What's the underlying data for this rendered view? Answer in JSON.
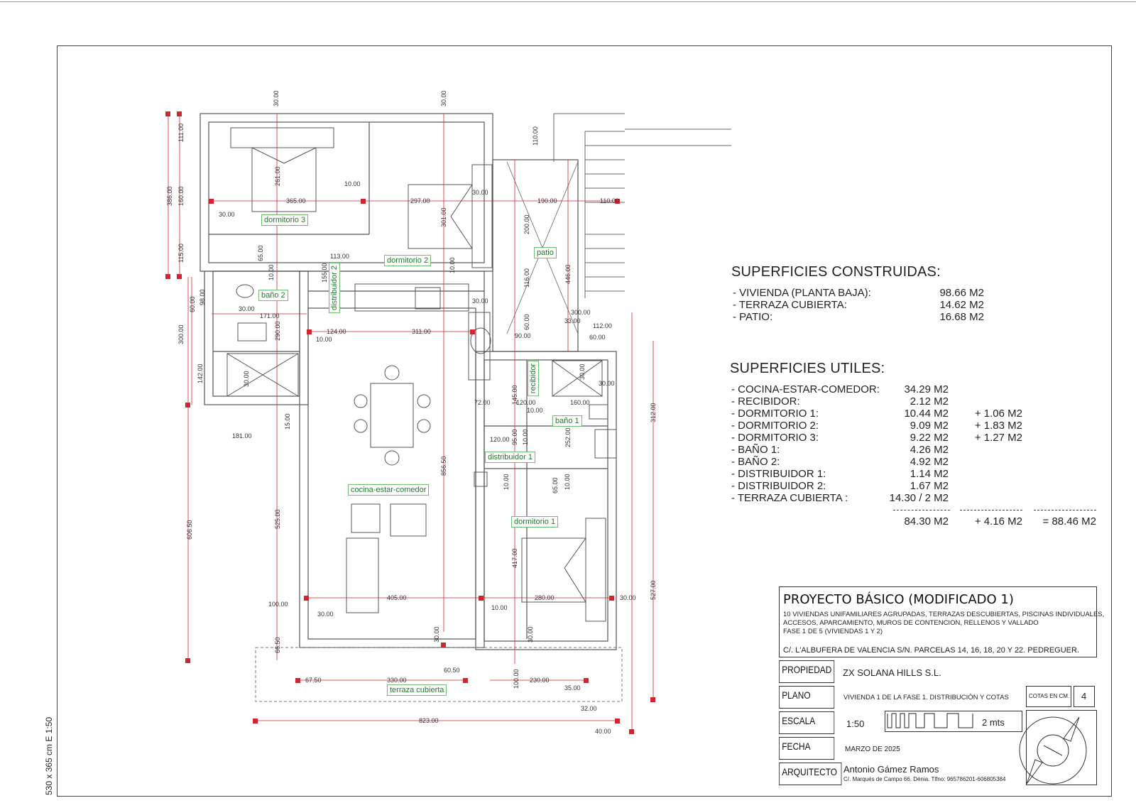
{
  "rooms": {
    "dormitorio3": "dormitorio 3",
    "dormitorio2": "dormitorio 2",
    "patio": "patio",
    "bano2": "baño 2",
    "distribuidor2": "distribuidor 2",
    "recibidor": "recibidor",
    "bano1": "baño 1",
    "distribuidor1": "distribuidor 1",
    "cocina": "cocina-estar-comedor",
    "dormitorio1": "dormitorio 1",
    "terraza": "terraza cubierta"
  },
  "dims": {
    "d30a": "30.00",
    "d30b": "30.00",
    "d111": "111.00",
    "d386": "386.00",
    "d160": "160.00",
    "d115": "115.00",
    "d261": "261.00",
    "d365": "365.00",
    "d30c": "30.00",
    "d65a": "65.00",
    "d1000a": "10.00",
    "d297": "297.00",
    "d301": "301.00",
    "d30d": "30.00",
    "d110a": "110.00",
    "d190": "190.00",
    "d110b": "110.00",
    "d200": "200.00",
    "d446": "446.00",
    "d113": "113.00",
    "d65b": "65.00",
    "d10b": "10.00",
    "d155": "155.00",
    "d10c": "10.00",
    "d116": "116.00",
    "d30e": "30.00",
    "d60a": "60.00",
    "d98": "98.00",
    "d30f": "30.00",
    "d171": "171.00",
    "d124": "124.00",
    "d311": "311.00",
    "d10d": "10.00",
    "d300a": "300.00",
    "d290": "290.00",
    "d30g": "30.00",
    "d60b": "60.00",
    "d33": "33.00",
    "d112": "112.00",
    "d90": "90.00",
    "d60c": "60.00",
    "d300b": "300.00",
    "d142": "142.00",
    "d30h": "30.00",
    "d30i": "30.00",
    "d30j": "30.00",
    "d145": "145.00",
    "d72": "72.00",
    "d120a": "120.00",
    "d160b": "160.00",
    "d10e": "10.00",
    "d312": "312.00",
    "d15": "15.00",
    "d181": "181.00",
    "d120b": "120.00",
    "d95": "95.00",
    "d10f": "10.00",
    "d252": "252.00",
    "d856": "856.50",
    "d606": "606.50",
    "d525": "525.00",
    "d10g": "10.00",
    "d65c": "65.00",
    "d10h": "10.00",
    "d417": "417.00",
    "d527": "527.00",
    "d405": "405.00",
    "d280": "280.00",
    "d30k": "30.00",
    "d100a": "100.00",
    "d30l": "30.00",
    "d10i": "10.00",
    "d30m": "30.00",
    "d30n": "30.00",
    "d66": "66.50",
    "d60c2": "60.50",
    "d67": "67.50",
    "d330": "330.00",
    "d100b": "100.00",
    "d230": "230.00",
    "d35": "35.00",
    "d32": "32.00",
    "d823": "823.00",
    "d40": "40.00"
  },
  "construidas": {
    "heading": "SUPERFICIES CONSTRUIDAS:",
    "rows": [
      {
        "label": "- VIVIENDA (PLANTA BAJA):",
        "value": "98.66 M2"
      },
      {
        "label": "- TERRAZA CUBIERTA:",
        "value": "14.62 M2"
      },
      {
        "label": "- PATIO:",
        "value": "16.68 M2"
      }
    ]
  },
  "utiles": {
    "heading": "SUPERFICIES UTILES:",
    "rows": [
      {
        "label": "- COCINA-ESTAR-COMEDOR:",
        "value": "34.29 M2",
        "extra": ""
      },
      {
        "label": "- RECIBIDOR:",
        "value": "2.12 M2",
        "extra": ""
      },
      {
        "label": "- DORMITORIO 1:",
        "value": "10.44 M2",
        "extra": "+ 1.06 M2"
      },
      {
        "label": "- DORMITORIO 2:",
        "value": "9.09 M2",
        "extra": "+ 1.83 M2"
      },
      {
        "label": "- DORMITORIO 3:",
        "value": "9.22 M2",
        "extra": "+ 1.27 M2"
      },
      {
        "label": "- BAÑO 1:",
        "value": "4.26 M2",
        "extra": ""
      },
      {
        "label": "- BAÑO 2:",
        "value": "4.92 M2",
        "extra": ""
      },
      {
        "label": "- DISTRIBUIDOR 1:",
        "value": "1.14 M2",
        "extra": ""
      },
      {
        "label": "- DISTRIBUIDOR 2:",
        "value": "1.67 M2",
        "extra": ""
      },
      {
        "label": "- TERRAZA CUBIERTA :",
        "value": "14.30 / 2 M2",
        "extra": ""
      }
    ],
    "total_main": "84.30 M2",
    "total_extra": "+ 4.16 M2",
    "total_sum": "= 88.46 M2"
  },
  "titleblock": {
    "title": "PROYECTO BÁSICO (MODIFICADO 1)",
    "desc1": "10 VIVIENDAS UNIFAMILIARES AGRUPADAS, TERRAZAS DESCUBIERTAS, PISCINAS INDIVIDUALES,",
    "desc2": "ACCESOS, APARCAMIENTO, MUROS DE CONTENCION, RELLENOS Y VALLADO",
    "desc3": "FASE 1 DE 5 (VIVIENDAS 1 Y 2)",
    "address": "C/. L'ALBUFERA DE VALENCIA S/N. PARCELAS 14, 16, 18, 20 Y 22. PEDREGUER.",
    "propiedad_label": "PROPIEDAD",
    "propiedad_value": "ZX SOLANA HILLS S.L.",
    "plano_label": "PLANO",
    "plano_value": "VIVIENDA 1 DE LA FASE 1.  DISTRIBUCIÓN Y COTAS",
    "cotas_label": "COTAS EN CM.",
    "sheet_number": "4",
    "escala_label": "ESCALA",
    "escala_value": "1:50",
    "scale_bar_label": "2  mts",
    "fecha_label": "FECHA",
    "fecha_value": "MARZO DE 2025",
    "arquitecto_label": "ARQUITECTO",
    "arquitecto_name": "Antonio Gámez Ramos",
    "arquitecto_address": "C/. Marqués de Campo 66. Dénia. Tlfno: 965786201-606805384"
  },
  "side_note": "530 x 365 cm E 1:50",
  "colors": {
    "dimension": "#d0262f",
    "room_label": "#1f7a2a",
    "line": "#555555"
  }
}
